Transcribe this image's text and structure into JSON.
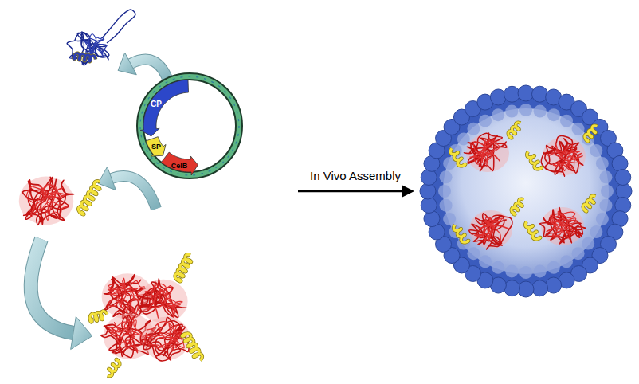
{
  "diagram": {
    "labels": [
      "CP",
      "SP",
      "CelB",
      "In Vivo Assembly"
    ]
  }
}
